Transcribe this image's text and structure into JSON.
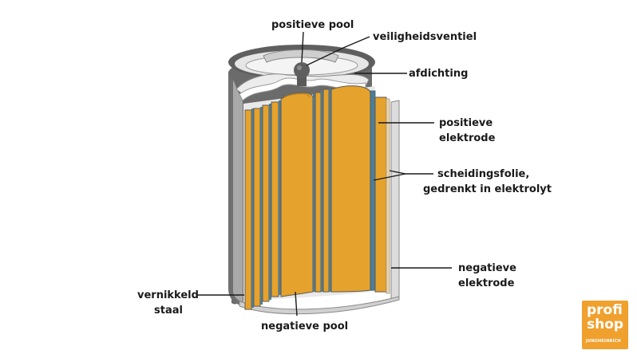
{
  "labels": {
    "positive_pole": "positieve pool",
    "safety_valve": "veiligheidsventiel",
    "seal": "afdichting",
    "positive_electrode_l1": "positieve",
    "positive_electrode_l2": "elektrode",
    "separator_l1": "scheidingsfolie,",
    "separator_l2": "gedrenkt in elektrolyt",
    "negative_electrode_l1": "negatieve",
    "negative_electrode_l2": "elektrode",
    "nickel_steel_l1": "vernikkeld",
    "nickel_steel_l2": "staal",
    "negative_pole": "negatieve pool"
  },
  "logo": {
    "line1": "profi",
    "line2": "shop",
    "brand": "JUNGHEINRICH"
  },
  "colors": {
    "electrode_orange": "#e5a22c",
    "separator_blue": "#4f7d95",
    "casing_grey": "#6b6b6b",
    "casing_light": "#d8d8d8",
    "logo_orange": "#f0a02d"
  }
}
